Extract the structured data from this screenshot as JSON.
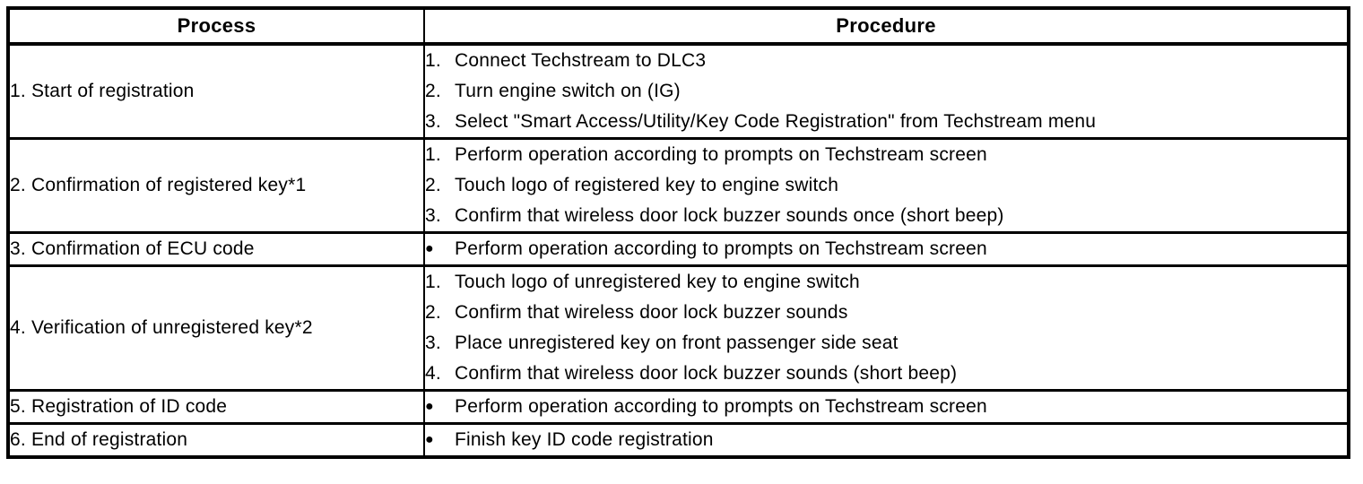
{
  "table": {
    "headers": [
      "Process",
      "Procedure"
    ],
    "rows": [
      {
        "process": "1. Start of registration",
        "marker_type": "numbered",
        "steps": [
          "Connect Techstream to DLC3",
          "Turn engine switch on (IG)",
          "Select \"Smart Access/Utility/Key Code Registration\" from Techstream menu"
        ]
      },
      {
        "process": "2. Confirmation of registered key*1",
        "marker_type": "numbered",
        "steps": [
          "Perform operation according to prompts on Techstream screen",
          "Touch logo of registered key to engine switch",
          "Confirm that wireless door lock buzzer sounds once (short beep)"
        ]
      },
      {
        "process": "3. Confirmation of ECU code",
        "marker_type": "bullet",
        "steps": [
          "Perform operation according to prompts on Techstream screen"
        ]
      },
      {
        "process": "4. Verification of unregistered key*2",
        "marker_type": "numbered",
        "steps": [
          "Touch logo of unregistered key to engine switch",
          "Confirm that wireless door lock buzzer sounds",
          "Place unregistered key on front passenger side seat",
          "Confirm that wireless door lock buzzer sounds (short beep)"
        ]
      },
      {
        "process": "5. Registration of ID code",
        "marker_type": "bullet",
        "steps": [
          "Perform operation according to prompts on Techstream screen"
        ]
      },
      {
        "process": "6. End of registration",
        "marker_type": "bullet",
        "steps": [
          "Finish key ID code registration"
        ]
      }
    ],
    "bullet_glyph": "●"
  }
}
